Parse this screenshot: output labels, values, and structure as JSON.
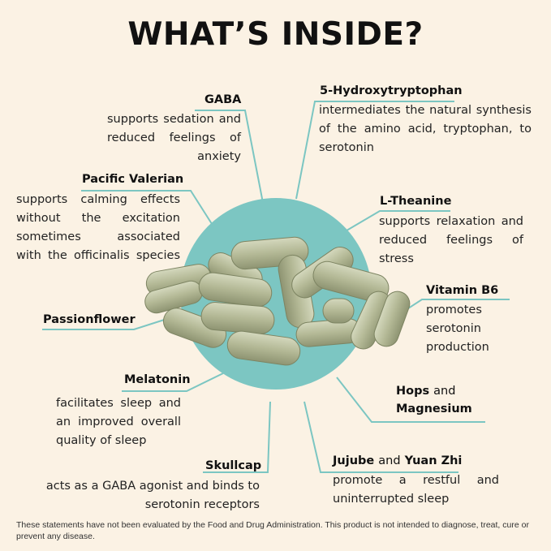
{
  "title": "WHAT’S INSIDE?",
  "ingredients": {
    "gaba": {
      "name": "GABA",
      "desc": [
        "supports sedation and",
        "reduced feelings of",
        "anxiety"
      ]
    },
    "htp": {
      "name": "5-Hydroxytryptophan",
      "desc": [
        "intermediates the natural synthesis",
        "of the amino acid, tryptophan, to",
        "serotonin"
      ]
    },
    "valerian": {
      "name": "Pacific Valerian",
      "desc": [
        "supports calming effects",
        "without the excitation",
        "sometimes associated",
        "with the officinalis species"
      ]
    },
    "theanine": {
      "name": "L-Theanine",
      "desc": [
        "supports relaxation and",
        "reduced feelings of",
        "stress"
      ]
    },
    "b6": {
      "name": "Vitamin B6",
      "desc": [
        "promotes",
        "serotonin",
        "production"
      ]
    },
    "passion": {
      "name": "Passionflower"
    },
    "hops": {
      "name1": "Hops",
      "and": "and",
      "name2": "Magnesium"
    },
    "melatonin": {
      "name": "Melatonin",
      "desc": [
        "facilitates sleep and",
        "an improved overall",
        "quality of sleep"
      ]
    },
    "skullcap": {
      "name": "Skullcap",
      "desc": [
        "acts as a GABA agonist and binds to",
        "serotonin receptors"
      ]
    },
    "jujube": {
      "name1": "Jujube",
      "and": "and",
      "name2": "Yuan Zhi",
      "desc": [
        "promote a restful and",
        "uninterrupted sleep"
      ]
    }
  },
  "disclaimer": "These statements have not been evaluated by the Food and Drug Administration. This product is not intended to diagnose, treat, cure or prevent any disease.",
  "colors": {
    "background": "#fbf2e4",
    "accent": "#7cc6c2",
    "capsule": "#b9bea0"
  },
  "image": "capsules-pile"
}
